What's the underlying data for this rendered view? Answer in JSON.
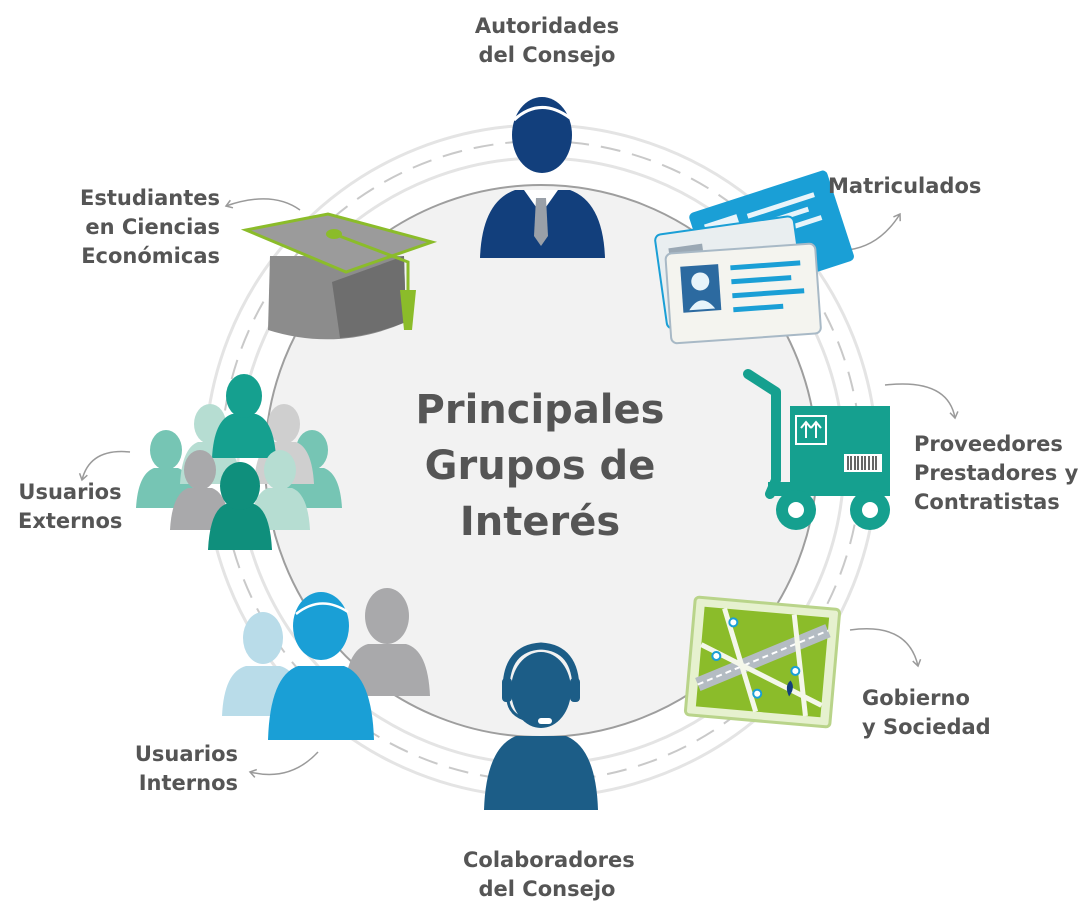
{
  "center": {
    "line1": "Principales",
    "line2": "Grupos de",
    "line3": "Interés"
  },
  "groups": [
    {
      "id": "autoridades",
      "lines": [
        "Autoridades",
        "del Consejo"
      ],
      "icon": "executive-person-icon"
    },
    {
      "id": "matriculados",
      "lines": [
        "Matriculados"
      ],
      "icon": "id-cards-icon"
    },
    {
      "id": "proveedores",
      "lines": [
        "Proveedores",
        "Prestadores y",
        "Contratistas"
      ],
      "icon": "hand-truck-icon"
    },
    {
      "id": "gobierno",
      "lines": [
        "Gobierno",
        "y Sociedad"
      ],
      "icon": "city-map-icon"
    },
    {
      "id": "colaboradores",
      "lines": [
        "Colaboradores",
        "del Consejo"
      ],
      "icon": "headset-person-icon"
    },
    {
      "id": "usuarios-internos",
      "lines": [
        "Usuarios",
        "Internos"
      ],
      "icon": "people-group-icon"
    },
    {
      "id": "usuarios-externos",
      "lines": [
        "Usuarios",
        "Externos"
      ],
      "icon": "crowd-icon"
    },
    {
      "id": "estudiantes",
      "lines": [
        "Estudiantes",
        "en Ciencias",
        "Económicas"
      ],
      "icon": "graduation-cap-icon"
    }
  ],
  "colors": {
    "text": "#555555",
    "navy": "#123f7c",
    "teal": "#15a08f",
    "blue": "#1a9fd6",
    "gray": "#a9a9ab",
    "green": "#8bbc2a",
    "ring": "#d9d9d9",
    "center_fill": "#f2f2f2"
  }
}
